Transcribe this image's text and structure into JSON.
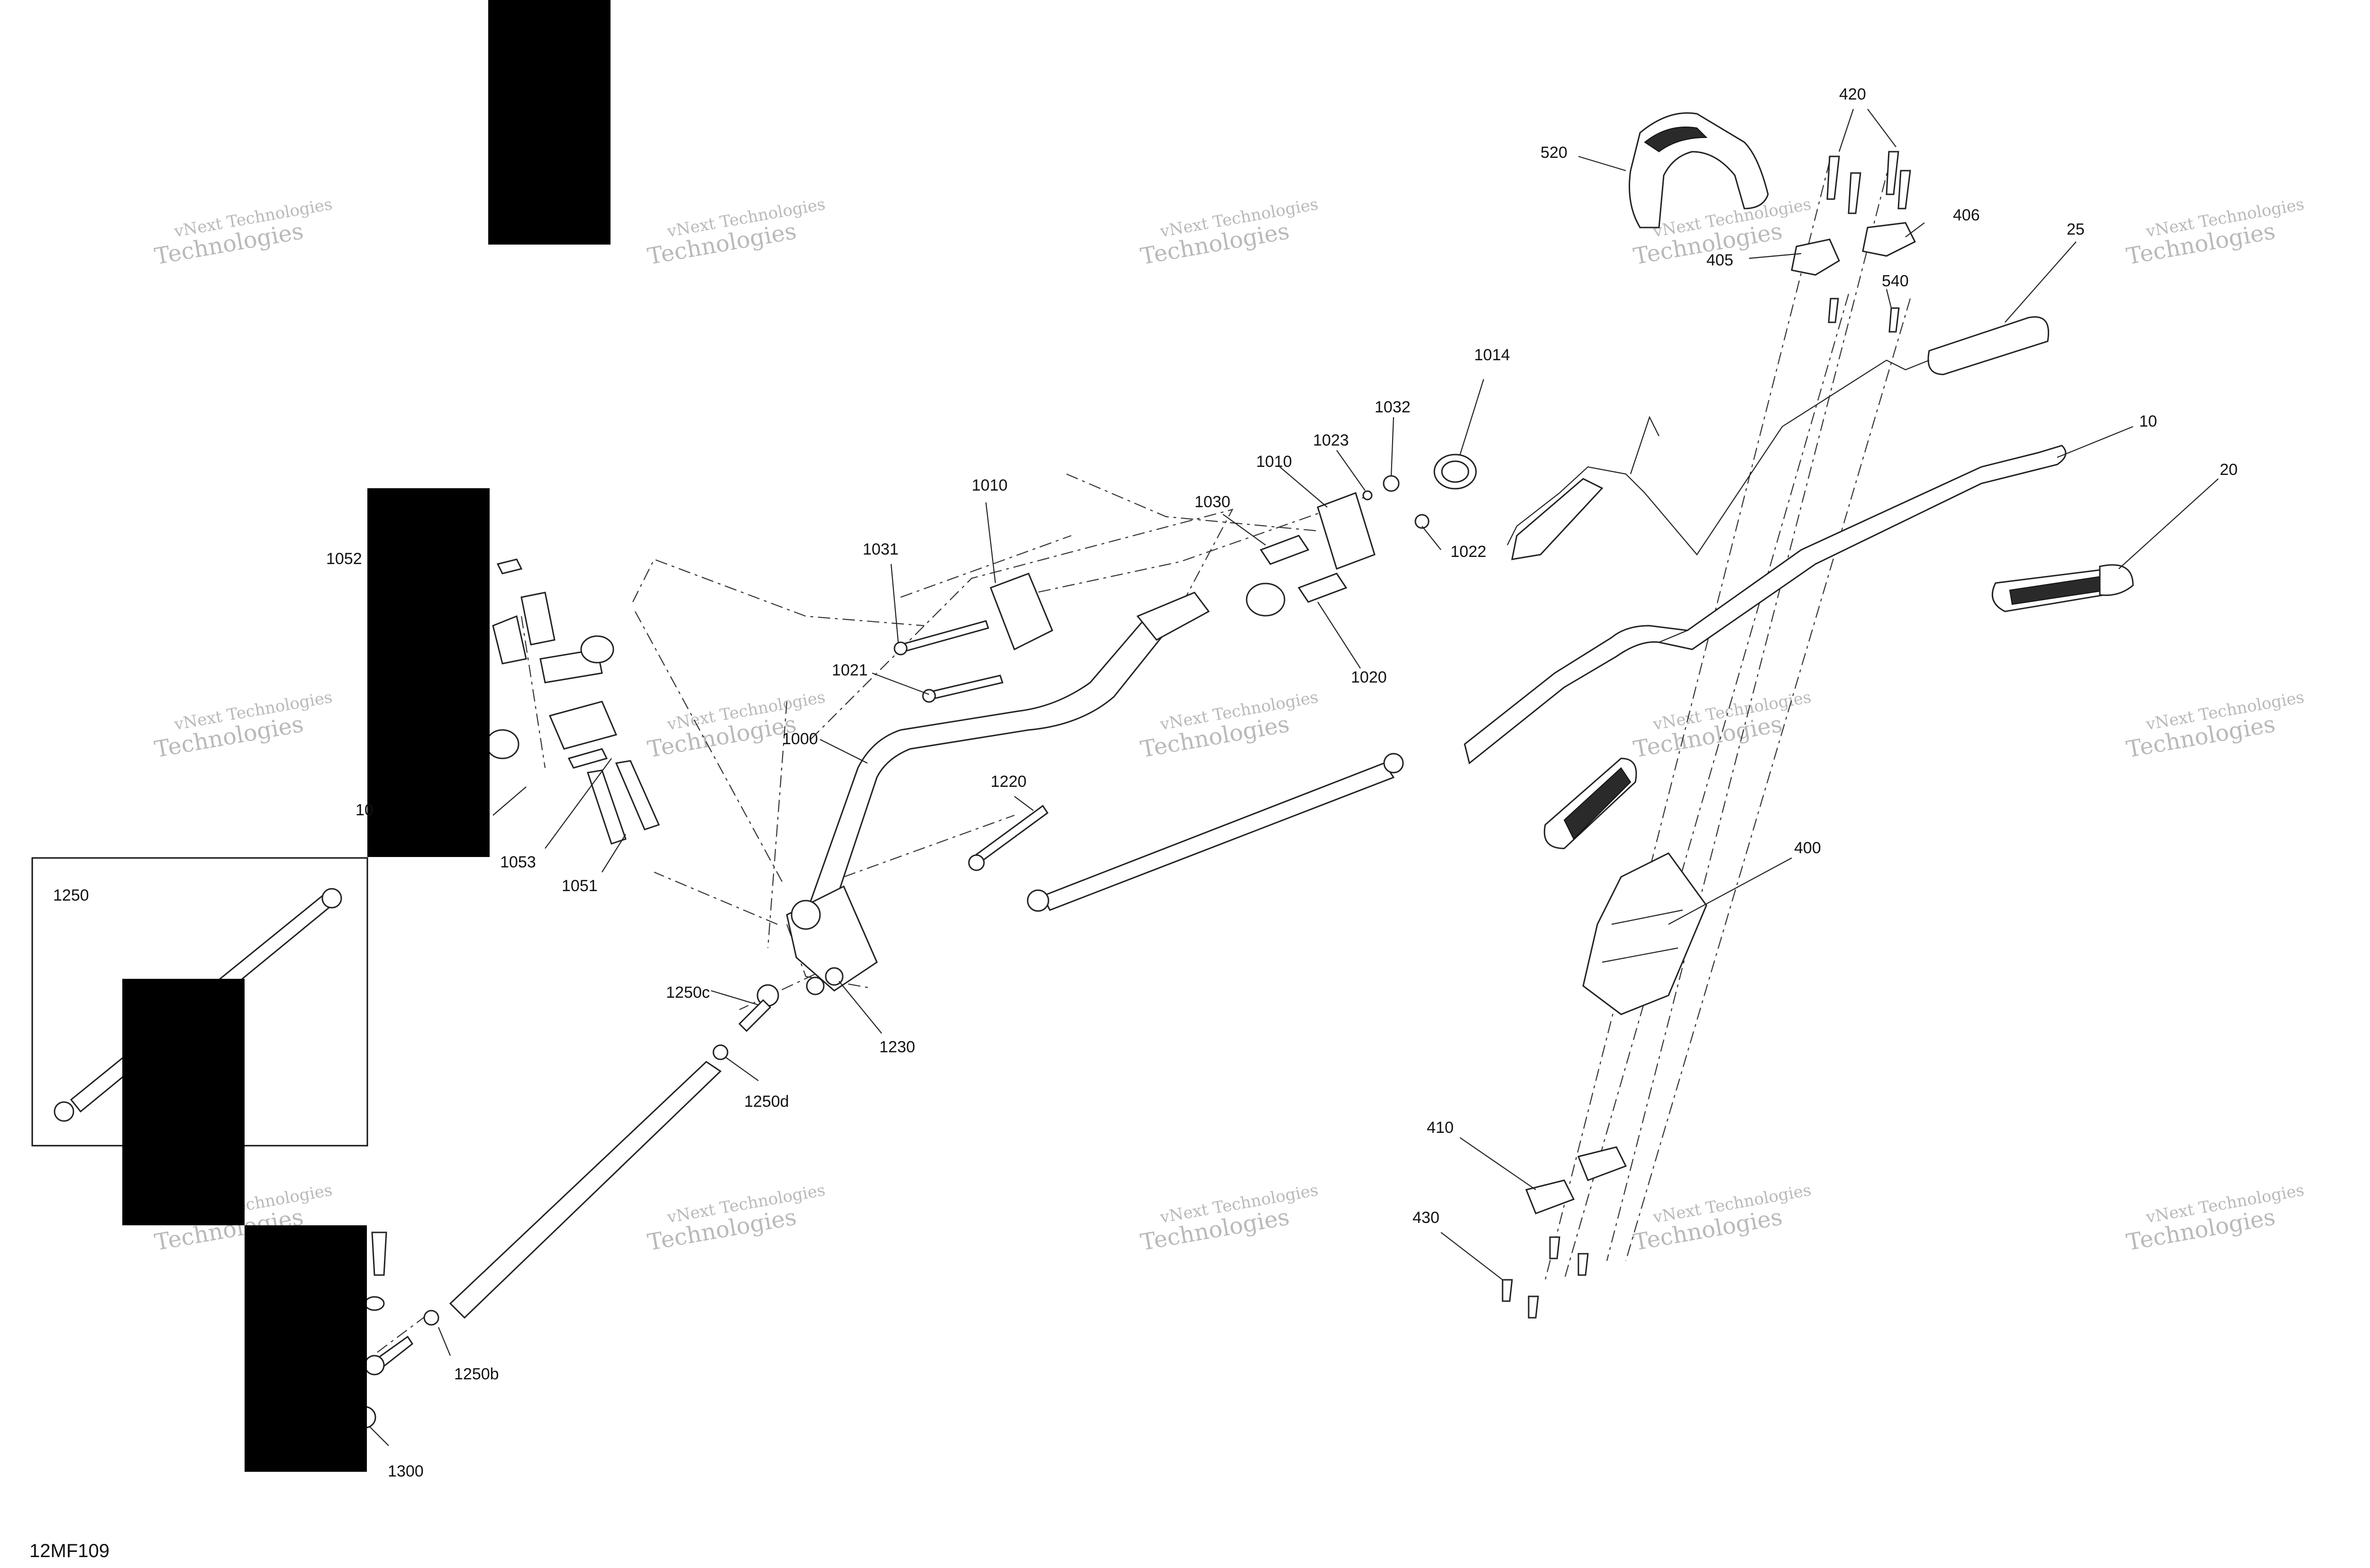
{
  "drawing": {
    "id": "12MF109",
    "inset_label": "1250",
    "watermark_line1": "vNext Technologies",
    "watermark_line2": "Technologies"
  },
  "callouts": {
    "c520": "520",
    "c420": "420",
    "c406": "406",
    "c405": "405",
    "c540": "540",
    "c25": "25",
    "c10": "10",
    "c20": "20",
    "c400": "400",
    "c410": "410",
    "c430": "430",
    "c1014": "1014",
    "c1032": "1032",
    "c1023": "1023",
    "c1010a": "1010",
    "c1010b": "1010",
    "c1030": "1030",
    "c1031": "1031",
    "c1021": "1021",
    "c1022": "1022",
    "c1020": "1020",
    "c1000": "1000",
    "c1220": "1220",
    "c1230": "1230",
    "c1250c": "1250c",
    "c1250d": "1250d",
    "c1250b": "1250b",
    "c1300": "1300",
    "c1052": "1052",
    "c1053": "1053",
    "c1051": "1051",
    "c10x": "10"
  }
}
